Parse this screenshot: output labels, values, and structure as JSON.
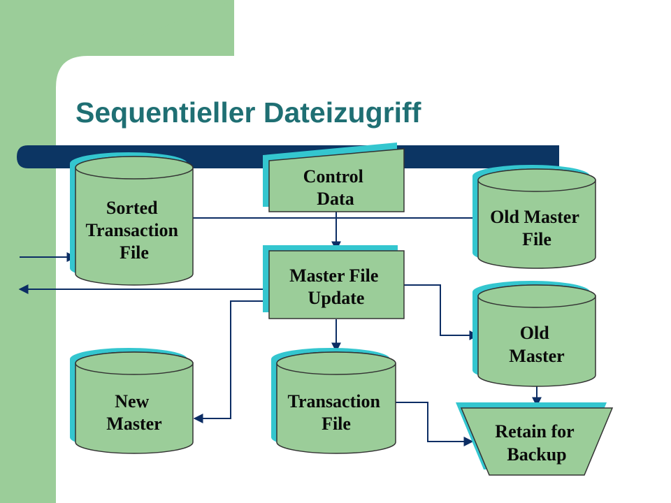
{
  "slide": {
    "title": "Sequentieller Dateizugriff"
  },
  "colors": {
    "side_band": "#9bcd99",
    "title": "#1f6f73",
    "title_bar": "#0c3563",
    "shape_fill": "#9bcd99",
    "shape_shadow": "#34c6cf",
    "connector": "#0c2d64"
  },
  "diagram": {
    "sorted_transaction_file": [
      "Sorted",
      "Transaction",
      "File"
    ],
    "control_data": [
      "Control",
      "Data"
    ],
    "old_master_file": [
      "Old Master",
      "File"
    ],
    "master_file_update": [
      "Master File",
      "Update"
    ],
    "old_master": [
      "Old",
      "Master"
    ],
    "new_master": [
      "New",
      "Master"
    ],
    "transaction_file": [
      "Transaction",
      "File"
    ],
    "retain_for_backup": [
      "Retain for",
      "Backup"
    ]
  }
}
